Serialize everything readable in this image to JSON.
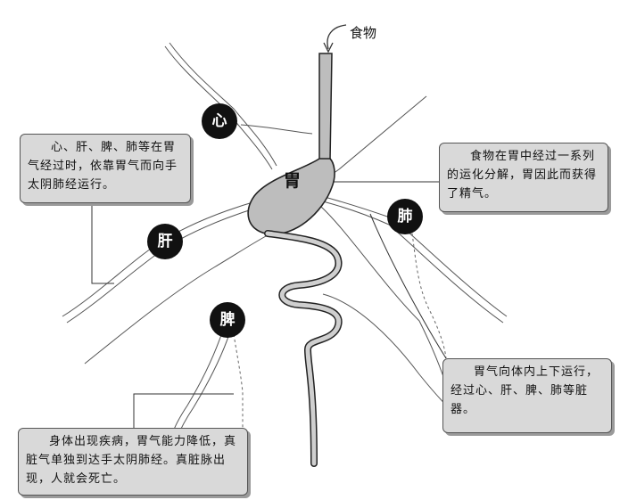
{
  "labels": {
    "food": "食物",
    "stomach": "胃",
    "heart": "心",
    "liver": "肝",
    "lung": "肺",
    "spleen": "脾"
  },
  "notes": {
    "top_left": "心、肝、脾、肺等在胃气经过时，依靠胃气而向手太阴肺经运行。",
    "top_right": "食物在胃中经过一系列的运化分解，胃因此而获得了精气。",
    "bottom_right": "胃气向体内上下运行，经过心、肝、脾、肺等脏器。",
    "bottom_left": "身体出现疾病，胃气能力降低，真脏气单独到达手太阴肺经。真脏脉出现，人就会死亡。"
  },
  "colors": {
    "organ_fill": "#111111",
    "organ_text": "#ffffff",
    "stomach_fill": "#bdbdbd",
    "box_fill": "#d9d9d9",
    "line": "#444444"
  }
}
